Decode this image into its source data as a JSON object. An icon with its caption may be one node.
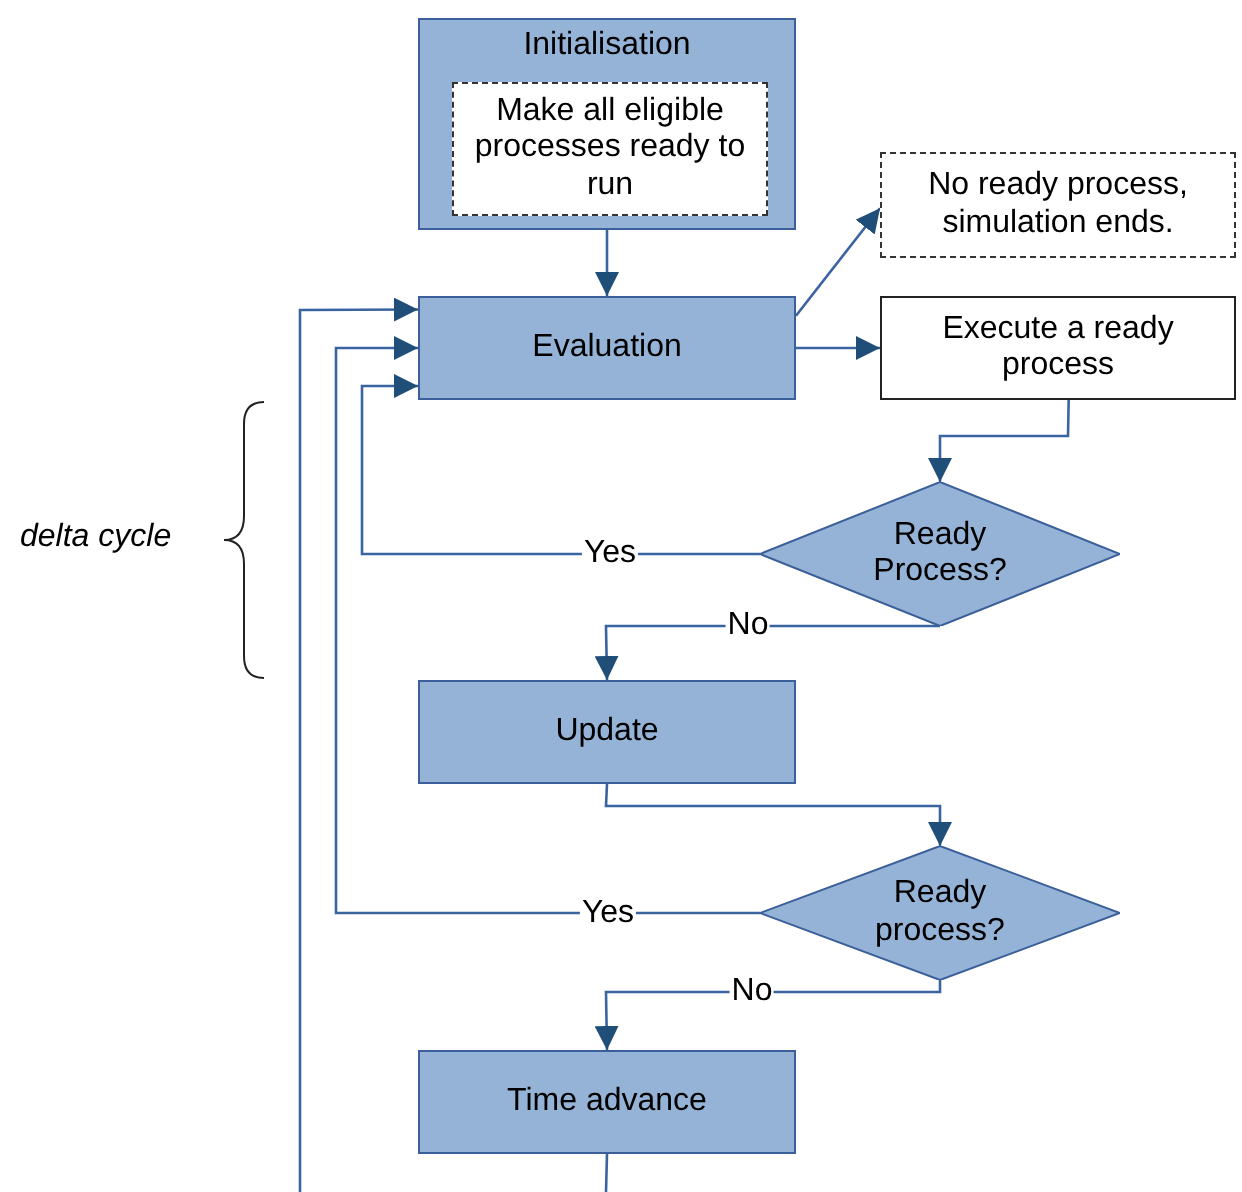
{
  "diagram": {
    "nodes": [
      {
        "text": [
          "Initialisation"
        ]
      },
      {
        "text": [
          "Make all eligible processes ready to run"
        ],
        "in": 0
      },
      {
        "text": [
          "Evaluation"
        ]
      },
      {
        "text": [
          "No ready process, simulation ends."
        ]
      },
      {
        "text": [
          "Execute a ready process"
        ]
      },
      {
        "text": [
          "Ready Process?"
        ]
      },
      {
        "text": [
          "Update"
        ]
      },
      {
        "text": [
          "Ready process?"
        ]
      },
      {
        "text": [
          "Time advance"
        ]
      }
    ],
    "edges": [
      {
        "from": 0,
        "to": 2,
        "arrow": "to"
      },
      {
        "from": 2,
        "to": 3,
        "arrow": "to"
      },
      {
        "from": 2,
        "to": 4,
        "arrow": "to"
      },
      {
        "from": 4,
        "to": 5,
        "arrow": "to"
      },
      {
        "from": 5,
        "to": 2,
        "arrow": "to",
        "label": "Yes"
      },
      {
        "from": 5,
        "to": 6,
        "arrow": "to",
        "label": "No"
      },
      {
        "from": 6,
        "to": 7,
        "arrow": "to"
      },
      {
        "from": 7,
        "to": 2,
        "arrow": "to",
        "label": "Yes"
      },
      {
        "from": 7,
        "to": 8,
        "arrow": "to",
        "label": "No"
      },
      {
        "from": 8,
        "to": null,
        "arrow": "none"
      },
      {
        "from": null,
        "to": 2,
        "arrow": "to"
      }
    ],
    "labels": [
      "delta cycle"
    ]
  }
}
